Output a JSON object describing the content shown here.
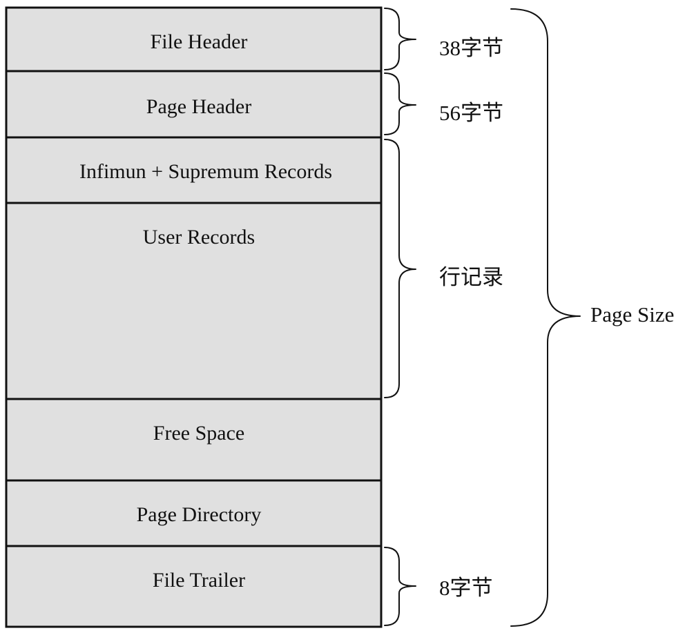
{
  "page_structure": {
    "segments": [
      {
        "id": "file-header",
        "label": "File Header"
      },
      {
        "id": "page-header",
        "label": "Page Header"
      },
      {
        "id": "infimum-supremum",
        "label": "Infimun + Supremum Records"
      },
      {
        "id": "user-records",
        "label": "User Records"
      },
      {
        "id": "free-space",
        "label": "Free Space"
      },
      {
        "id": "page-directory",
        "label": "Page Directory"
      },
      {
        "id": "file-trailer",
        "label": "File Trailer"
      }
    ],
    "annotations": {
      "file_header_size": "38字节",
      "page_header_size": "56字节",
      "row_records": "行记录",
      "file_trailer_size": "8字节",
      "page_size": "Page Size"
    }
  }
}
